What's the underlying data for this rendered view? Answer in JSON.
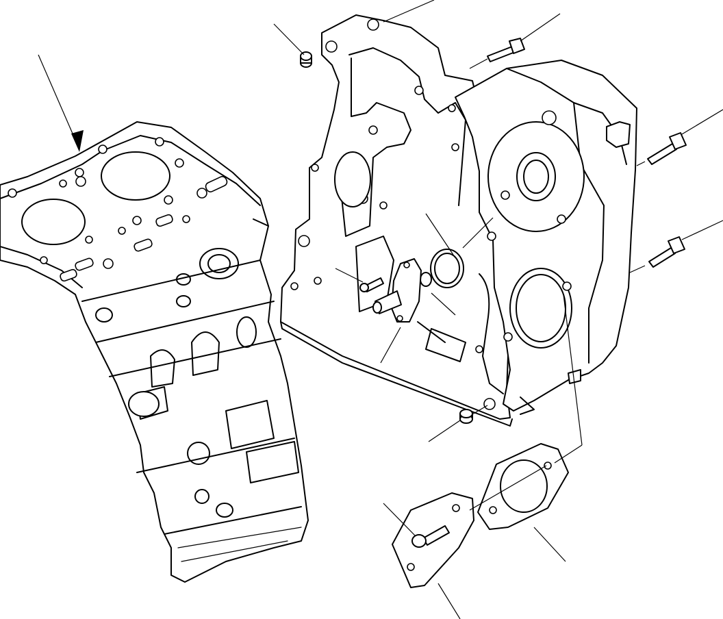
{
  "figure": {
    "description_text": "",
    "parts": [
      "cylinder-block",
      "cylinder-head-gasket",
      "front-plate",
      "gear-case",
      "dowel-pin",
      "bolt",
      "oil-seal",
      "o-ring",
      "tensioner-shaft",
      "cover-plate",
      "gasket"
    ],
    "stroke_color": "#000000",
    "background_color": "#ffffff"
  }
}
